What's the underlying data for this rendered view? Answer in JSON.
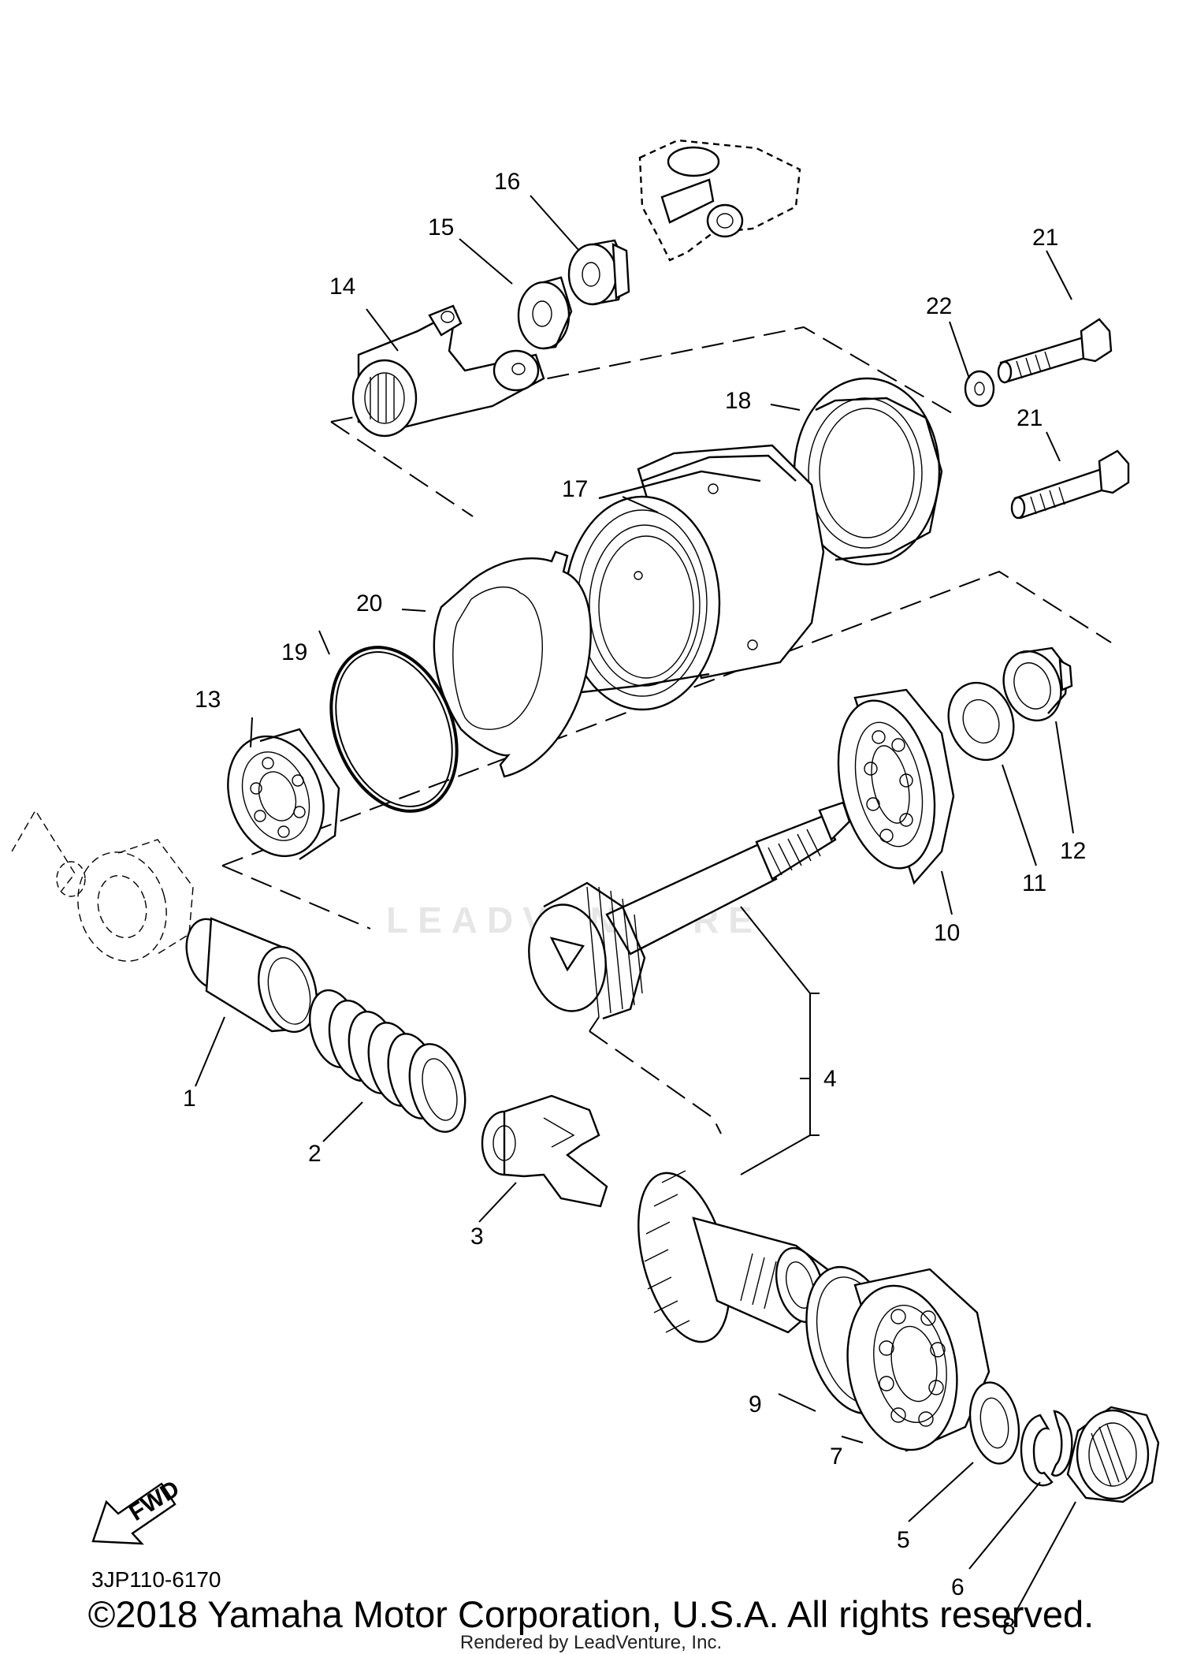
{
  "diagram": {
    "part_labels": [
      "1",
      "2",
      "3",
      "4",
      "5",
      "6",
      "7",
      "8",
      "9",
      "10",
      "11",
      "12",
      "13",
      "14",
      "15",
      "16",
      "17",
      "18",
      "19",
      "20",
      "21",
      "21",
      "22"
    ],
    "fwd_label": "FWD",
    "doc_code": "3JP110-6170",
    "copyright": "©2018 Yamaha Motor Corporation, U.S.A. All rights reserved.",
    "rendered_by": "Rendered by LeadVenture, Inc.",
    "watermark": "LEADVENTURE"
  }
}
